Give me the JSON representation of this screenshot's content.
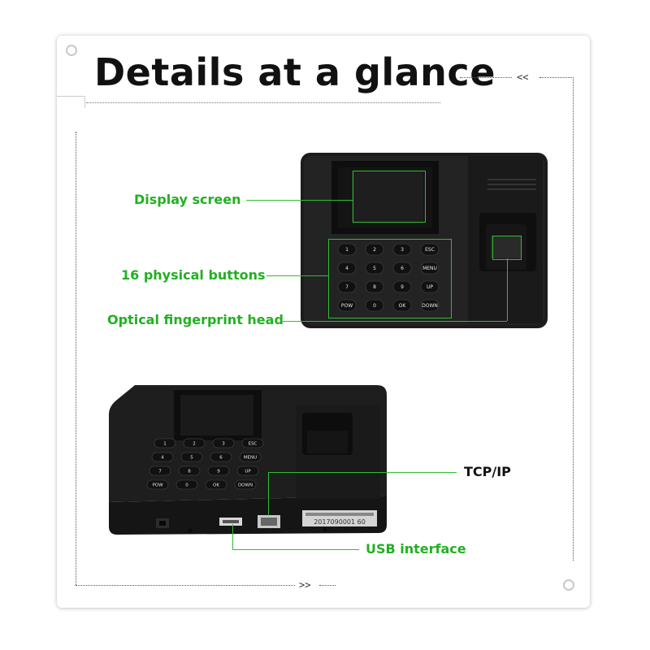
{
  "title": "Details at a glance",
  "arrows": {
    "top": "<<",
    "bottom": ">>"
  },
  "labels": {
    "display_screen": "Display screen",
    "buttons": "16 physical buttons",
    "fingerprint": "Optical fingerprint head",
    "tcpip": "TCP/IP",
    "usb": "USB interface"
  },
  "keypad": [
    [
      "1",
      "2",
      "3",
      "ESC"
    ],
    [
      "4",
      "5",
      "6",
      "MENU"
    ],
    [
      "7",
      "8",
      "9",
      "UP"
    ],
    [
      "POW",
      "0",
      "OK",
      "DOWN"
    ]
  ],
  "serial": "2017090001 60",
  "colors": {
    "accent": "#2fbf2f",
    "label_text": "#22b022",
    "device": "#1c1c1c"
  }
}
